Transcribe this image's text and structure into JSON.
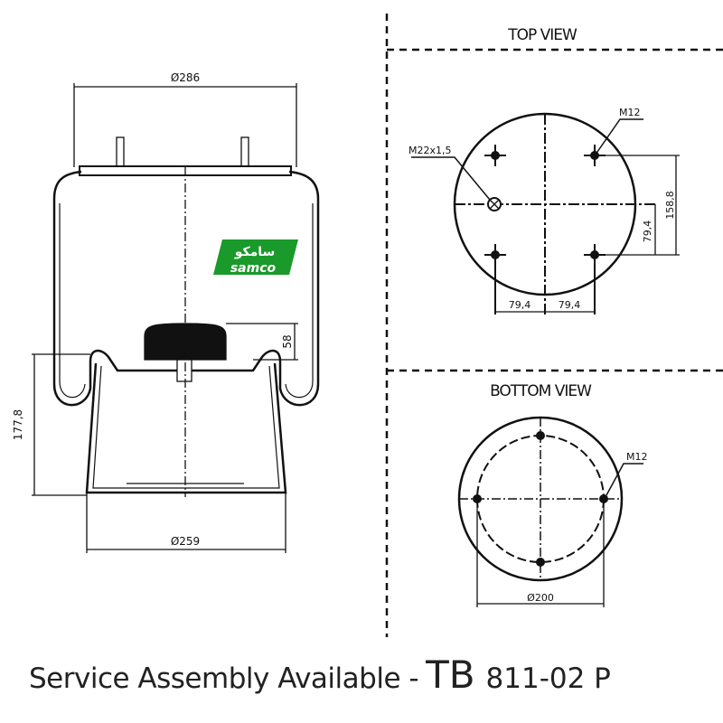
{
  "top_view": {
    "title": "TOP VIEW",
    "hole_label": "M12",
    "port_label": "M22x1,5",
    "dim_vertical_full": "158,8",
    "dim_vertical_half": "79,4",
    "dim_horizontal_left": "79,4",
    "dim_horizontal_right": "79,4"
  },
  "bottom_view": {
    "title": "BOTTOM VIEW",
    "hole_label": "M12",
    "dim_diameter": "Ø200"
  },
  "side_view": {
    "dim_top_diameter": "Ø286",
    "dim_bottom_diameter": "Ø259",
    "dim_height": "177,8",
    "dim_bumper": "58"
  },
  "logo": {
    "arabic": "سامكو",
    "latin": "samco",
    "color": "#1a9a2a"
  },
  "footer": {
    "text": "Service Assembly Available -",
    "prefix": "TB",
    "part_number": "811-02 P"
  }
}
